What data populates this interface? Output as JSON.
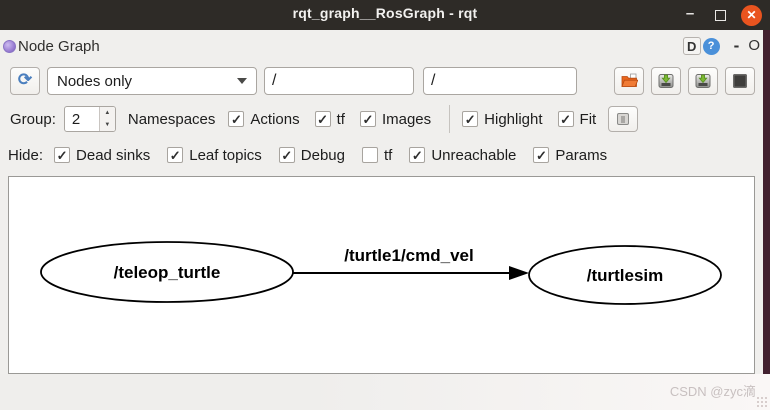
{
  "window": {
    "title": "rqt_graph__RosGraph - rqt",
    "minimize_glyph": "–",
    "close_glyph": "✕"
  },
  "dock": {
    "plugin_title": "Node Graph",
    "dockable_button": "D",
    "help_glyph": "?",
    "collapse_glyph": "-",
    "close_glyph": "O"
  },
  "toolbar": {
    "refresh_glyph": "⟳",
    "graph_type_value": "Nodes only",
    "filter_primary": "/",
    "filter_secondary": "/"
  },
  "options": {
    "group_label": "Group:",
    "group_value": "2",
    "namespaces_label": "Namespaces",
    "actions": {
      "label": "Actions",
      "checked": true
    },
    "tf": {
      "label": "tf",
      "checked": true
    },
    "images": {
      "label": "Images",
      "checked": true
    },
    "highlight": {
      "label": "Highlight",
      "checked": true
    },
    "fit": {
      "label": "Fit",
      "checked": true
    }
  },
  "hide": {
    "label": "Hide:",
    "dead_sinks": {
      "label": "Dead sinks",
      "checked": true
    },
    "leaf_topics": {
      "label": "Leaf topics",
      "checked": true
    },
    "debug": {
      "label": "Debug",
      "checked": true
    },
    "tf": {
      "label": "tf",
      "checked": false
    },
    "unreachable": {
      "label": "Unreachable",
      "checked": true
    },
    "params": {
      "label": "Params",
      "checked": true
    }
  },
  "graph": {
    "nodes": [
      {
        "label": "/teleop_turtle"
      },
      {
        "label": "/turtlesim"
      }
    ],
    "edges": [
      {
        "label": "/turtle1/cmd_vel",
        "from": "/teleop_turtle",
        "to": "/turtlesim"
      }
    ]
  },
  "glyphs": {
    "check": "✓",
    "spin_up": "▲",
    "spin_down": "▼"
  },
  "watermark": "CSDN @zyc滴",
  "colors": {
    "titlebar_bg": "#2e2b27",
    "close_button": "#e9541f",
    "help_icon": "#4a90d9",
    "desktop_strip": "#42202f"
  }
}
